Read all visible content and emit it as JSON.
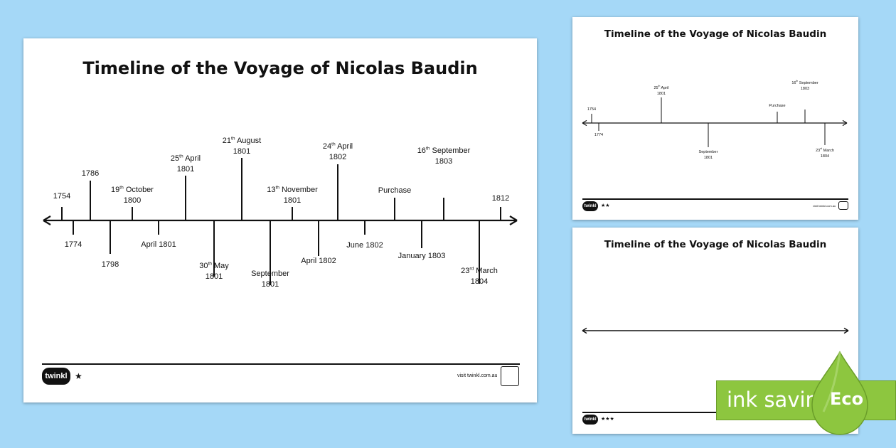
{
  "main": {
    "title": "Timeline of the Voyage of Nicolas Baudin",
    "stars": "★",
    "logo": "twinkl",
    "visit": "visit twinkl.com.au",
    "labels": [
      {
        "pre": "",
        "sup": "",
        "post": "1754"
      },
      {
        "pre": "",
        "sup": "",
        "post": "1774"
      },
      {
        "pre": "",
        "sup": "",
        "post": "1786"
      },
      {
        "pre": "",
        "sup": "",
        "post": "1798"
      },
      {
        "pre": "19",
        "sup": "th",
        "post": " October\n1800"
      },
      {
        "pre": "",
        "sup": "",
        "post": "April 1801"
      },
      {
        "pre": "25",
        "sup": "th",
        "post": " April\n1801"
      },
      {
        "pre": "30",
        "sup": "th",
        "post": " May\n1801"
      },
      {
        "pre": "21",
        "sup": "th",
        "post": " August\n1801"
      },
      {
        "pre": "",
        "sup": "",
        "post": "September\n1801"
      },
      {
        "pre": "13",
        "sup": "th",
        "post": " November\n1801"
      },
      {
        "pre": "",
        "sup": "",
        "post": "April 1802"
      },
      {
        "pre": "24",
        "sup": "th",
        "post": " April\n1802"
      },
      {
        "pre": "",
        "sup": "",
        "post": "June 1802"
      },
      {
        "pre": "",
        "sup": "",
        "post": "Purchase"
      },
      {
        "pre": "",
        "sup": "",
        "post": "January 1803"
      },
      {
        "pre": "16",
        "sup": "th",
        "post": " September\n1803"
      },
      {
        "pre": "23",
        "sup": "rd",
        "post": " March\n1804"
      },
      {
        "pre": "",
        "sup": "",
        "post": "1812"
      }
    ]
  },
  "small1": {
    "title": "Timeline of the Voyage of Nicolas Baudin",
    "stars": "★★",
    "logo": "twinkl",
    "visit": "visit twinkl.com.au",
    "labels": [
      {
        "pre": "",
        "sup": "",
        "post": "1754"
      },
      {
        "pre": "",
        "sup": "",
        "post": "1774"
      },
      {
        "pre": "25",
        "sup": "th",
        "post": " April\n1801"
      },
      {
        "pre": "",
        "sup": "",
        "post": "September\n1801"
      },
      {
        "pre": "",
        "sup": "",
        "post": "Purchase"
      },
      {
        "pre": "16",
        "sup": "th",
        "post": " September\n1803"
      },
      {
        "pre": "23",
        "sup": "rd",
        "post": " March\n1804"
      }
    ]
  },
  "small2": {
    "title": "Timeline of the Voyage of Nicolas Baudin",
    "stars": "★★★",
    "logo": "twinkl"
  },
  "eco": {
    "label": "ink saving",
    "word": "Eco",
    "color": "#8dc63f"
  }
}
